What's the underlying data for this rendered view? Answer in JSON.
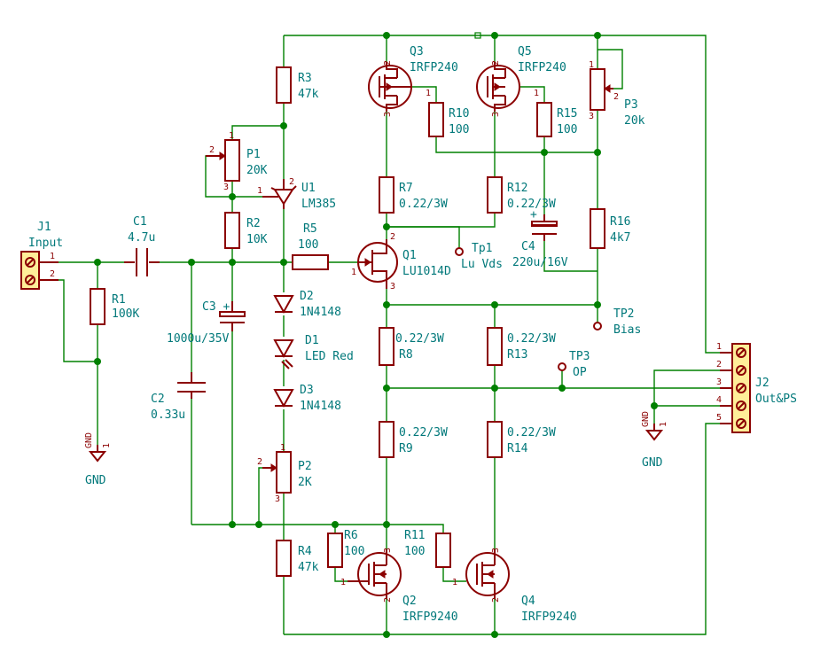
{
  "colors": {
    "wire": "#008000",
    "part": "#8b0000",
    "label": "#00787a",
    "connector_fill": "#ffee99"
  },
  "labels": {
    "J1": "J1",
    "J1_val": "Input",
    "C1": "C1",
    "C1_val": "4.7u",
    "R1": "R1",
    "R1_val": "100K",
    "C2": "C2",
    "C2_val": "0.33u",
    "C3": "C3 +",
    "C3_val": "1000u/35V",
    "R3": "R3",
    "R3_val": "47k",
    "P1": "P1",
    "P1_val": "20K",
    "R2": "R2",
    "R2_val": "10K",
    "U1": "U1",
    "U1_val": "LM385",
    "R5": "R5",
    "R5_val": "100",
    "Q1": "Q1",
    "Q1_val": "LU1014D",
    "D2": "D2",
    "D2_val": "1N4148",
    "D1": "D1",
    "D1_val": "LED Red",
    "D3": "D3",
    "D3_val": "1N4148",
    "P2": "P2",
    "P2_val": "2K",
    "R4": "R4",
    "R4_val": "47k",
    "Q3": "Q3",
    "Q3_val": "IRFP240",
    "Q5": "Q5",
    "Q5_val": "IRFP240",
    "R10": "R10",
    "R10_val": "100",
    "R15": "R15",
    "R15_val": "100",
    "P3": "P3",
    "P3_val": "20k",
    "R7": "R7",
    "R7_val": "0.22/3W",
    "R12": "R12",
    "R12_val": "0.22/3W",
    "C4": "C4",
    "C4_val": "220u/16V",
    "R16": "R16",
    "R16_val": "4k7",
    "Tp1": "Tp1",
    "Tp1_val": "Lu Vds",
    "TP2": "TP2",
    "TP2_val": "Bias",
    "R8": "R8",
    "R8_val": "0.22/3W",
    "R13": "R13",
    "R13_val": "0.22/3W",
    "TP3": "TP3",
    "TP3_val": "OP",
    "R9": "R9",
    "R9_val": "0.22/3W",
    "R14": "R14",
    "R14_val": "0.22/3W",
    "R6": "R6",
    "R6_val": "100",
    "R11": "R11",
    "R11_val": "100",
    "Q2": "Q2",
    "Q2_val": "IRFP9240",
    "Q4": "Q4",
    "Q4_val": "IRFP9240",
    "J2": "J2",
    "J2_val": "Out&PS",
    "GND1": "GND",
    "GND2": "GND"
  },
  "pins": {
    "one": "1",
    "two": "2",
    "three": "3",
    "four": "4",
    "five": "5",
    "gnd_pin": "GND",
    "gnd_num": "1"
  }
}
